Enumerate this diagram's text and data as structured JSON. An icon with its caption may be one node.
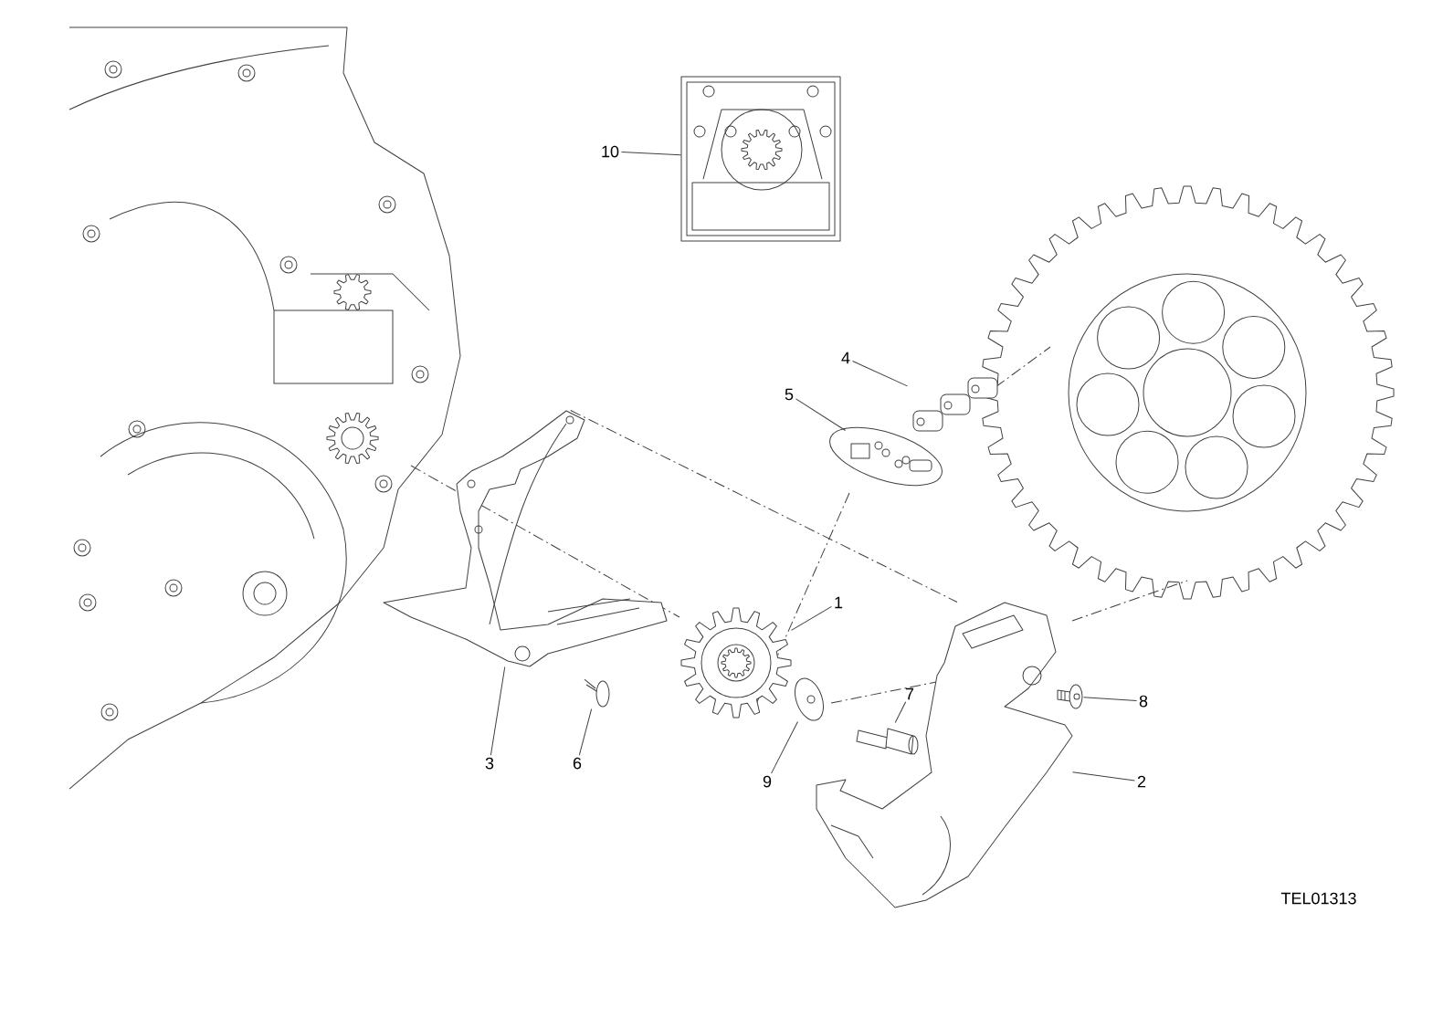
{
  "diagram": {
    "nodes": [
      {
        "text": [
          "1"
        ]
      },
      {
        "text": [
          "2"
        ]
      },
      {
        "text": [
          "3"
        ]
      },
      {
        "text": [
          "4"
        ]
      },
      {
        "text": [
          "5"
        ]
      },
      {
        "text": [
          "6"
        ]
      },
      {
        "text": [
          "7"
        ]
      },
      {
        "text": [
          "8"
        ]
      },
      {
        "text": [
          "9"
        ]
      },
      {
        "text": [
          "10"
        ]
      },
      {
        "text": [],
        "shape": "picture"
      },
      {
        "text": [],
        "shape": "picture"
      },
      {
        "text": [],
        "shape": "picture"
      },
      {
        "text": [],
        "shape": "picture"
      },
      {
        "text": [],
        "shape": "picture"
      },
      {
        "text": [],
        "shape": "picture"
      },
      {
        "text": [],
        "shape": "picture"
      },
      {
        "text": [],
        "shape": "picture"
      },
      {
        "text": [],
        "shape": "picture"
      },
      {
        "text": [],
        "shape": "picture"
      }
    ],
    "edges": [
      {
        "from": 0,
        "to": 10,
        "arrow": "none"
      },
      {
        "from": 1,
        "to": 11,
        "arrow": "none"
      },
      {
        "from": 2,
        "to": 12,
        "arrow": "none"
      },
      {
        "from": 3,
        "to": 13,
        "arrow": "none"
      },
      {
        "from": 4,
        "to": 14,
        "arrow": "none"
      },
      {
        "from": 5,
        "to": 15,
        "arrow": "none"
      },
      {
        "from": 6,
        "to": 16,
        "arrow": "none"
      },
      {
        "from": 7,
        "to": 17,
        "arrow": "none"
      },
      {
        "from": 8,
        "to": 18,
        "arrow": "none"
      },
      {
        "from": 9,
        "to": 19,
        "arrow": "none"
      },
      {
        "from": 12,
        "to": 11,
        "arrow": "none",
        "style": "dashed"
      }
    ],
    "labels": [
      "TEL01313"
    ]
  }
}
